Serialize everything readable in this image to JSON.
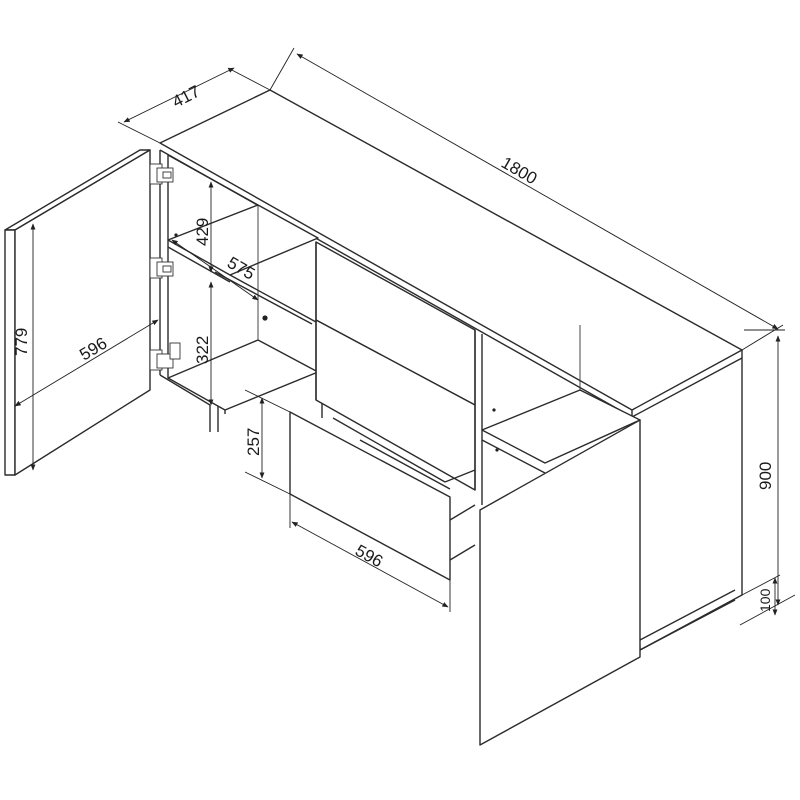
{
  "diagram": {
    "dimensions": {
      "depth": "417",
      "width": "1800",
      "height": "900",
      "leg_height": "100",
      "door_height": "779",
      "door_width": "596",
      "shelf_upper_gap": "429",
      "shelf_depth": "575",
      "shelf_lower_gap": "322",
      "drawer_height": "257",
      "drawer_width": "596"
    }
  }
}
